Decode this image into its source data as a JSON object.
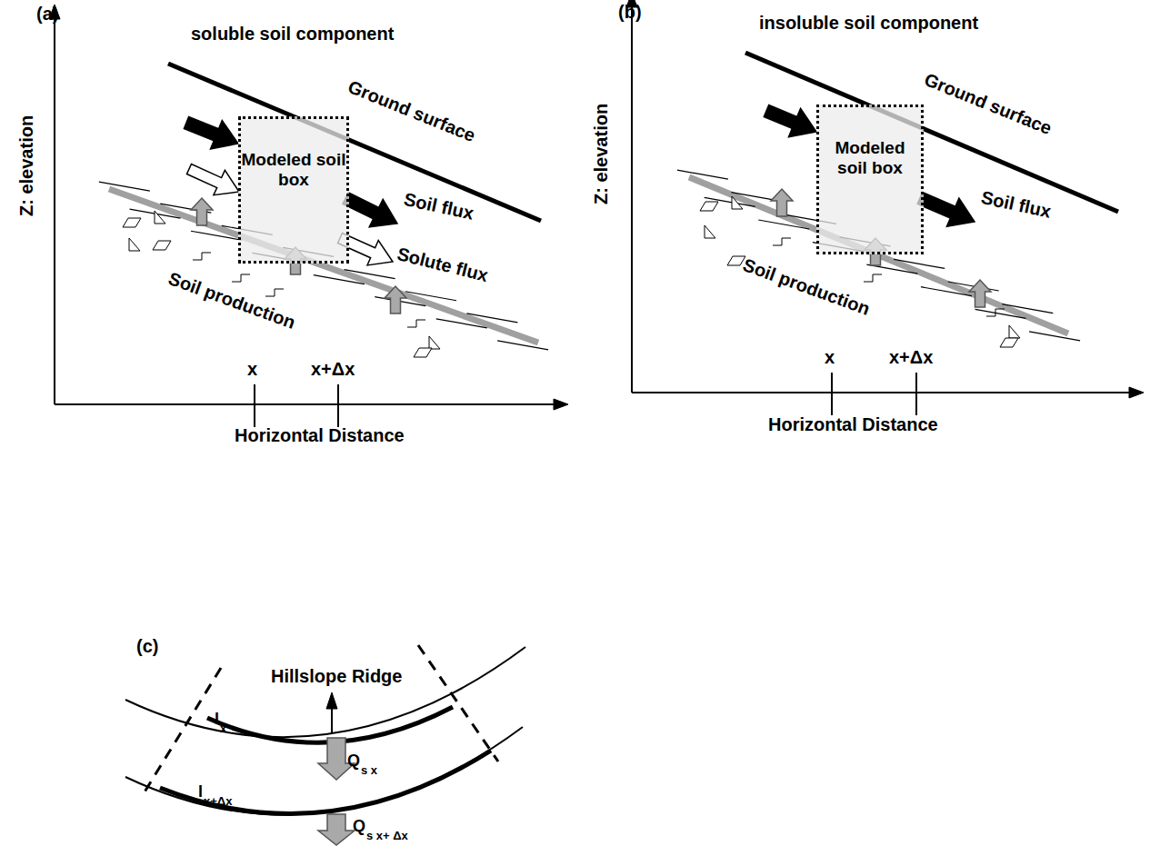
{
  "diagram": {
    "nodes": [
      {
        "text": [
          "Modeled soil box"
        ]
      },
      {
        "text": [
          "Modeled soil box"
        ]
      }
    ],
    "labels": [
      "(a)",
      "soluble soil component",
      "Z: elevation",
      "Ground surface",
      "Soil flux",
      "Solute flux",
      "Soil production",
      "x",
      "x+Δx",
      "Horizontal Distance",
      "(b)",
      "insoluble soil component",
      "Z: elevation",
      "Ground surface",
      "Soil flux",
      "Soil production",
      "x",
      "x+Δx",
      "Horizontal Distance",
      "(c)",
      "Hillslope Ridge",
      "l",
      "x",
      "Q",
      "s x",
      "l",
      "x+Δx",
      "Q",
      "s x+ Δx"
    ]
  }
}
